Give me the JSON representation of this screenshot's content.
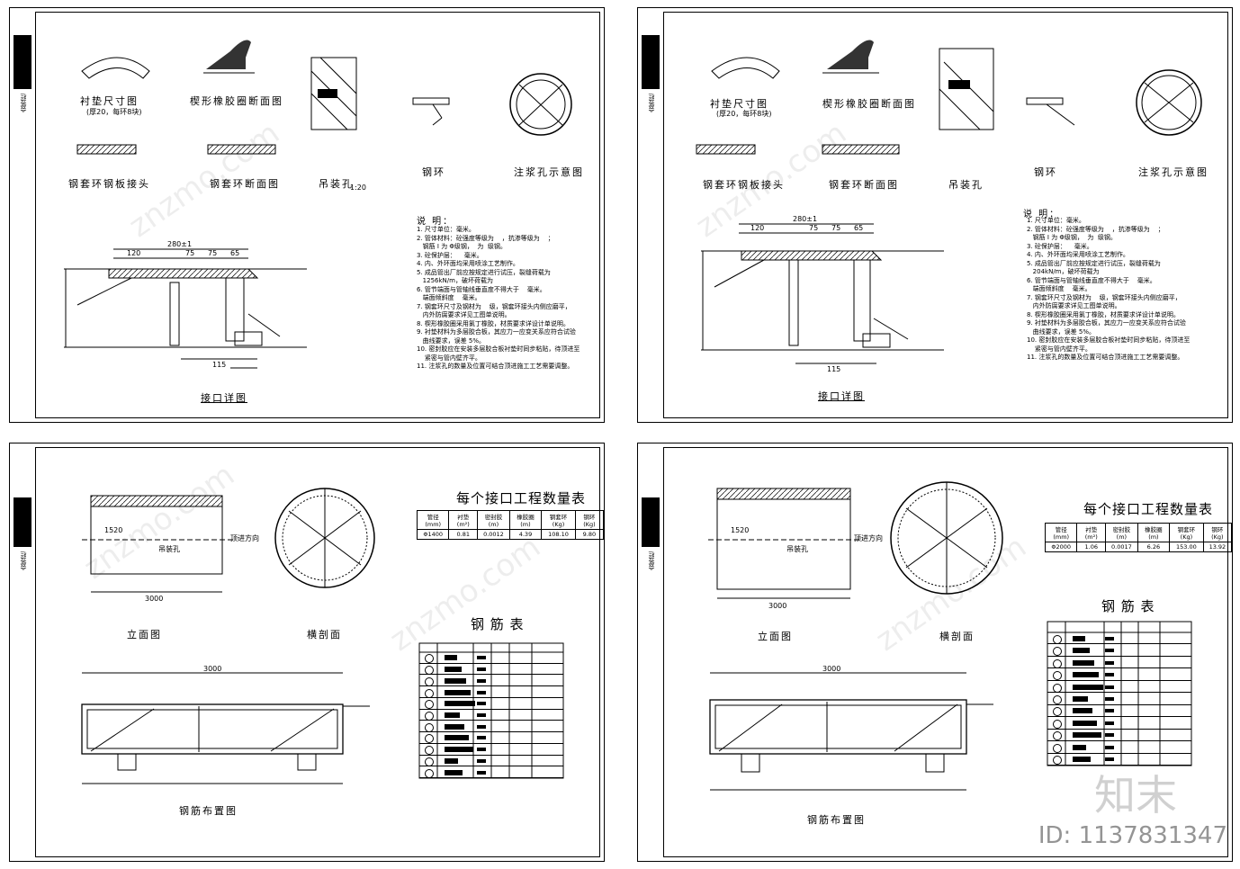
{
  "sheets": [
    {
      "stamp": "会签栏",
      "labels": {
        "cushion": "衬垫尺寸图",
        "cushion_note": "(厚20，每环8块)",
        "rubber": "楔形橡胶圈断面图",
        "lift": "吊装孔",
        "lift_scale": "1:20",
        "steelplate": "钢套环钢板接头",
        "steelring_section": "钢套环断面图",
        "steelring": "钢环",
        "grout": "注浆孔示意图",
        "joint": "接口详图"
      },
      "dims": {
        "d1": "280±1",
        "d2": "120",
        "d3": "75",
        "d4": "75",
        "d5": "65",
        "d6": "115"
      },
      "notes_title": "说 明：",
      "notes": "1. 尺寸单位：毫米。\n2. 管体材料：砼强度等级为    ，抗渗等级为    ；\n   钢筋 Ⅰ 为 Φ级钢，  为  级钢。\n3. 砼保护层：    毫米。\n4. 内、外环面均采用喷涂工艺制作。\n5. 成品管出厂前应按规定进行试压，裂缝荷载为\n   1256kN/m，破坏荷载为\n6. 管节端面与管轴线垂直度不得大于    毫米。\n   端面倾斜度    毫米。\n7. 钢套环尺寸及钢材为    级，钢套环接头内侧应磨平，\n   内外防腐要求详见工图单说明。\n8. 楔形橡胶圈采用氯丁橡胶，材质要求详设计单说明。\n9. 衬垫材料为多层胶合板，其应力一应变关系应符合试验\n   曲线要求，误差 5%。\n10. 密封胶应在安装多层胶合板衬垫时同步粘贴，待顶进至\n    紧密与管内壁齐平。\n11. 注浆孔的数量及位置可结合顶进施工工艺需要调整。"
    },
    {
      "stamp": "会签栏",
      "labels": {
        "cushion": "衬垫尺寸图",
        "cushion_note": "(厚20，每环8块)",
        "rubber": "楔形橡胶圈断面图",
        "lift": "吊装孔",
        "lift_scale": "",
        "steelplate": "钢套环钢板接头",
        "steelring_section": "钢套环断面图",
        "steelring": "钢环",
        "grout": "注浆孔示意图",
        "joint": "接口详图"
      },
      "dims": {
        "d1": "280±1",
        "d2": "120",
        "d3": "75",
        "d4": "75",
        "d5": "65",
        "d6": "115"
      },
      "notes_title": "说 明：",
      "notes": "1. 尺寸单位：毫米。\n2. 管体材料：砼强度等级为    ，抗渗等级为    ；\n   钢筋 Ⅰ 为 Φ级钢，  为  级钢。\n3. 砼保护层：    毫米。\n4. 内、外环面均采用喷涂工艺制作。\n5. 成品管出厂前应按规定进行试压，裂缝荷载为\n   204kN/m，破坏荷载为\n6. 管节端面与管轴线垂直度不得大于    毫米。\n   端面倾斜度    毫米。\n7. 钢套环尺寸及钢材为    级，钢套环接头内侧应磨平，\n   内外防腐要求详见工图单说明。\n8. 楔形橡胶圈采用氯丁橡胶，材质要求详设计单说明。\n9. 衬垫材料为多层胶合板，其应力一应变关系应符合试验\n   曲线要求，误差 5%。\n10. 密封胶应在安装多层胶合板衬垫时同步粘贴，待顶进至\n    紧密与管内壁齐平。\n11. 注浆孔的数量及位置可结合顶进施工工艺需要调整。"
    },
    {
      "stamp": "会签栏",
      "labels": {
        "elevation": "立面图",
        "section": "横剖面",
        "rebar_layout": "钢筋布置图",
        "lifthole": "吊装孔",
        "direction": "顶进方向"
      },
      "dims": {
        "length": "3000",
        "half": "1520"
      },
      "qty_title": "每个接口工程数量表",
      "qty_head": [
        "管径(mm)",
        "衬垫(m²)",
        "密封胶(m)",
        "橡胶圈(m)",
        "钢套环(Kg)",
        "钢环(Kg)"
      ],
      "qty_row": [
        "Φ1400",
        "0.81",
        "0.0012",
        "4.39",
        "108.10",
        "9.80"
      ],
      "rebar_title": "钢 筋 表",
      "rebar_rows": 11
    },
    {
      "stamp": "会签栏",
      "labels": {
        "elevation": "立面图",
        "section": "横剖面",
        "rebar_layout": "钢筋布置图",
        "lifthole": "吊装孔",
        "direction": "顶进方向"
      },
      "dims": {
        "length": "3000",
        "half": "1520"
      },
      "qty_title": "每个接口工程数量表",
      "qty_head": [
        "管径(mm)",
        "衬垫(m²)",
        "密封胶(m)",
        "橡胶圈(m)",
        "钢套环(Kg)",
        "钢环(Kg)"
      ],
      "qty_row": [
        "Φ2000",
        "1.06",
        "0.0017",
        "6.26",
        "153.00",
        "13.92"
      ],
      "rebar_title": "钢 筋 表",
      "rebar_rows": 11
    }
  ],
  "watermark": "znzmo.com",
  "brand": "知末",
  "id_text": "ID: 1137831347"
}
